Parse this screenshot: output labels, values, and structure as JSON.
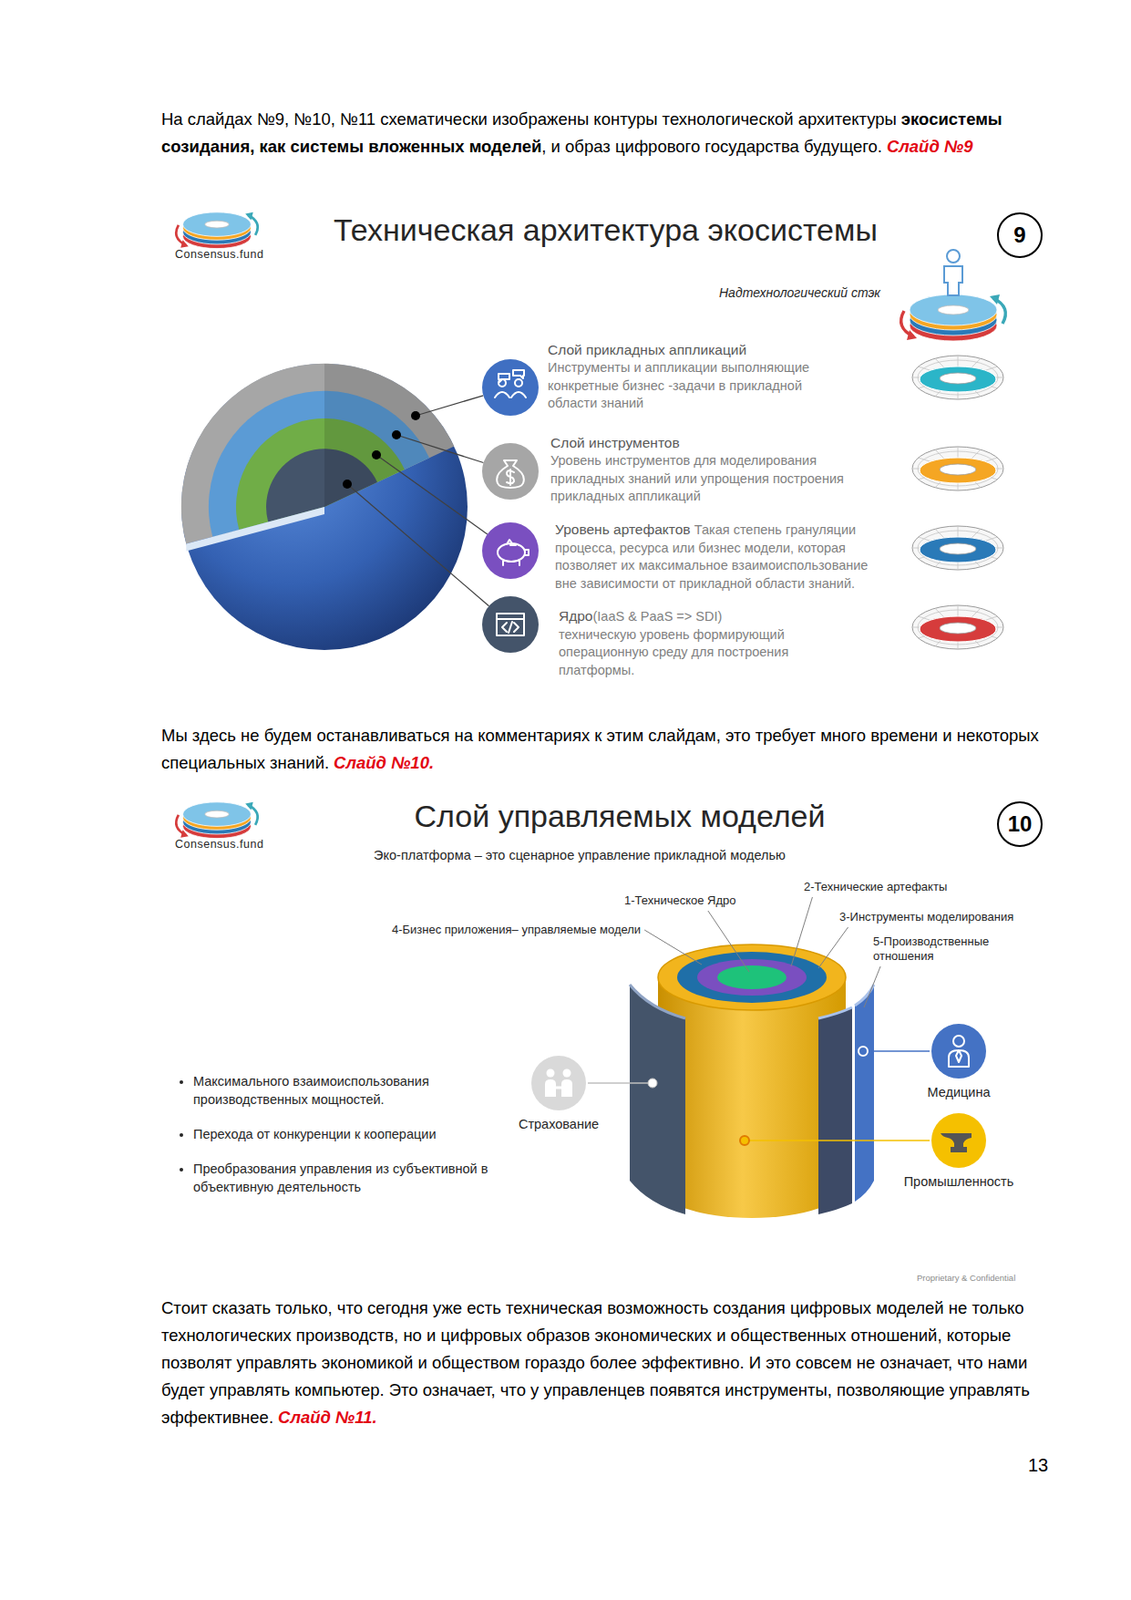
{
  "diagram": {
    "nodes": [
      {
        "text": [
          "9"
        ]
      },
      {
        "text": [
          "10"
        ]
      },
      {
        "text": [
          "Страхование"
        ]
      },
      {
        "text": [
          "Медицина"
        ]
      },
      {
        "text": [
          "Промышленность"
        ]
      }
    ],
    "labels": [
      "На слайдах №9, №10, №11 схематически изображены контуры технологической архитектуры",
      "экосистемы созидания, как системы вложенных моделей",
      ", и образ цифрового государства будущего.",
      "Слайд №9",
      "Consensus.fund",
      "Техническая архитектура экосистемы",
      "Надтехнологический стэк",
      "Слой прикладных аппликаций",
      "Инструменты и аппликации выполняющие конкретные бизнес -задачи в прикладной области знаний",
      "Слой инструментов",
      "Уровень инструментов для моделирования прикладных знаний или упрощения построения прикладных аппликаций",
      "Уровень артефактов",
      "Такая степень грануляции процесса, ресурса или бизнес модели, которая позволяет их максимальное взаимоиспользование вне зависимости от прикладной области знаний.",
      "Ядро",
      "(IaaS & PaaS => SDI)",
      "техническую уровень формирующий операционную среду для построения платформы.",
      "Мы здесь не будем останавливаться на комментариях к этим слайдам, это требует много времени и некоторых специальных знаний.",
      "Слайд №10.",
      "Consensus.fund",
      "Слой управляемых моделей",
      "Эко-платформа – это сценарное управление прикладной моделью",
      "1-Техническое Ядро",
      "2-Технические артефакты",
      "3-Инструменты моделирования",
      "4-Бизнес приложения– управляемые модели",
      "5-Производственные отношения",
      "Максимального взаимоиспользования производственных мощностей.",
      "Перехода от конкуренции к кооперации",
      "Преобразования управления из субъективной в объективную деятельность",
      "Proprietary & Confidential",
      "Стоит сказать только, что сегодня уже есть техническая возможность создания цифровых моделей не только технологических производств, но и цифровых образов экономических и общественных отношений, которые позволят управлять экономикой и обществом гораздо более эффективно. И это совсем не означает, что нами будет управлять компьютер. Это означает, что у управленцев появятся инструменты, позволяющие управлять эффективнее.",
      "Слайд №11.",
      "13"
    ]
  }
}
